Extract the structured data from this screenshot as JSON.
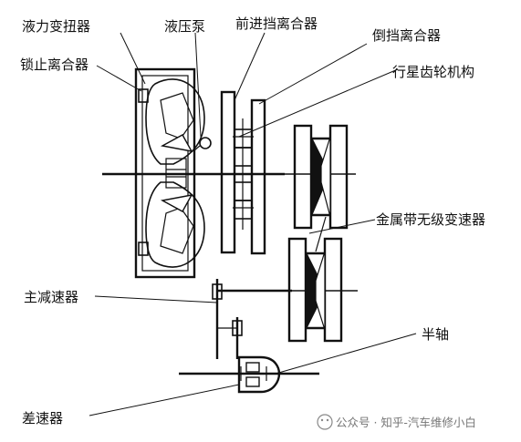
{
  "labels": {
    "torque_converter": "液力变扭器",
    "lockup_clutch": "锁止离合器",
    "hydraulic_pump": "液压泵",
    "forward_clutch": "前进挡离合器",
    "reverse_clutch": "倒挡离合器",
    "planetary_gear": "行星齿轮机构",
    "metal_belt_cvt": "金属带无级变速器",
    "final_drive": "主减速器",
    "half_shaft": "半轴",
    "differential": "差速器"
  },
  "watermark": {
    "text": "公众号 · 知乎-汽车维修小白"
  },
  "colors": {
    "line": "#111111",
    "background": "#ffffff",
    "watermark": "#777777"
  }
}
